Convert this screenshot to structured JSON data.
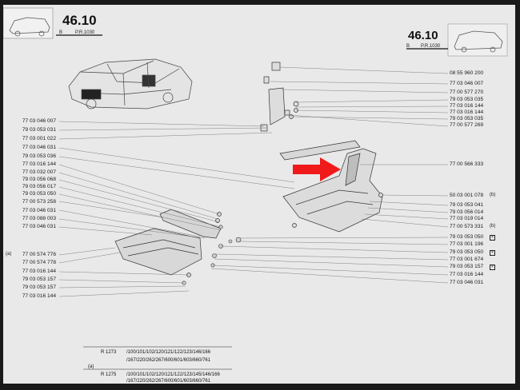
{
  "header": {
    "left_code": "46.10",
    "left_sub_b": "B",
    "left_sub_pr": "P.R.1030",
    "right_code": "46.10",
    "right_sub_b": "B",
    "right_sub_pr": "P.R.1030"
  },
  "right_parts": [
    "08 55 960 200",
    "77 03 046 007",
    "77 00 577 270",
    "79 03 053 035",
    "77 03 016 144",
    "77 03 016 144",
    "79 03 053 035",
    "77 00 577 269",
    "77 00 566 333",
    "50 03 001 078",
    "79 03 053 041",
    "79 03 056 014",
    "77 03 019 014",
    "77 00 573 331",
    "79 03 053 050",
    "77 03 001 196",
    "79 03 053 050",
    "77 03 001 674",
    "79 03 053 157",
    "77 03 016 144",
    "77 03 046 031"
  ],
  "right_marks": {
    "b1": "(b)",
    "b2": "(b)"
  },
  "left_parts": [
    "77 03 046 007",
    "79 03 053 031",
    "77 03 001 022",
    "77 03 046 031",
    "79 03 053 036",
    "77 03 016 144",
    "77 03 032 007",
    "79 03 056 068",
    "79 03 056 017",
    "79 03 053 050",
    "77 00 573 258",
    "77 03 046 031",
    "77 03 088 003",
    "77 03 046 031",
    "77 00 574 776",
    "77 00 574 778",
    "77 03 016 144",
    "79 03 053 157",
    "79 03 053 157",
    "77 03 016 144"
  ],
  "left_marks": {
    "a1": "(a)"
  },
  "table": {
    "r1_label": "R 1273",
    "r1_codes": "/100/101/102/120/121/122/123/146/166",
    "r1b_codes": "/167/220/262/267/600/601/603/660/761",
    "r_a": "(a)",
    "r2_label": "R 1275",
    "r2_codes": "/100/101/102/120/121/122/123/145/146/166",
    "r2b_codes": "/167/220/262/267/600/601/603/660/761"
  }
}
